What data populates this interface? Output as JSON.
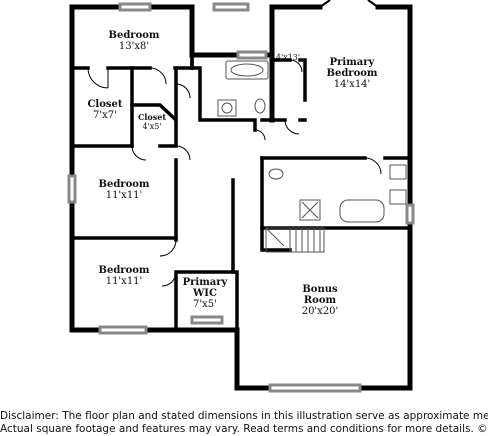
{
  "rooms": [
    {
      "id": "bedroom-top",
      "name": "Bedroom",
      "dim": "13'x8'"
    },
    {
      "id": "closet-left",
      "name": "Closet",
      "dim": "7'x7'"
    },
    {
      "id": "closet-small",
      "name": "Closet",
      "dim": "4'x5'"
    },
    {
      "id": "bath-label",
      "name": "",
      "dim": "4'x13'"
    },
    {
      "id": "primary-bedroom",
      "name": "Primary Bedroom",
      "dim": "14'x14'"
    },
    {
      "id": "bedroom-middle",
      "name": "Bedroom",
      "dim": "11'x11'"
    },
    {
      "id": "bedroom-bottom",
      "name": "Bedroom",
      "dim": "11'x11'"
    },
    {
      "id": "primary-wic",
      "name": "Primary WIC",
      "dim": "7'x5'"
    },
    {
      "id": "bonus-room",
      "name": "Bonus Room",
      "dim": "20'x20'"
    }
  ],
  "disclaimer": {
    "line1": "Disclaimer: The floor plan and stated dimensions in this illustration serve as approximate measurements.",
    "line2": "Actual square footage and features may vary. Read terms and conditions for more details. © PlanOmatic"
  }
}
